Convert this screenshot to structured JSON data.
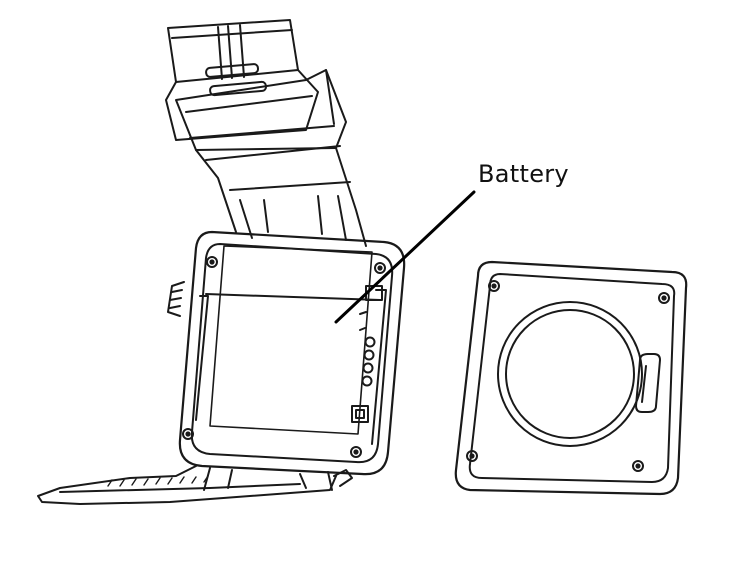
{
  "diagram": {
    "callout": {
      "label": "Battery"
    },
    "colors": {
      "stroke": "#1a1a1a",
      "background": "#ffffff",
      "leader": "#000000"
    },
    "parts": {
      "watch_body": "watch-body-open",
      "battery": "battery",
      "back_cover": "back-cover"
    }
  }
}
